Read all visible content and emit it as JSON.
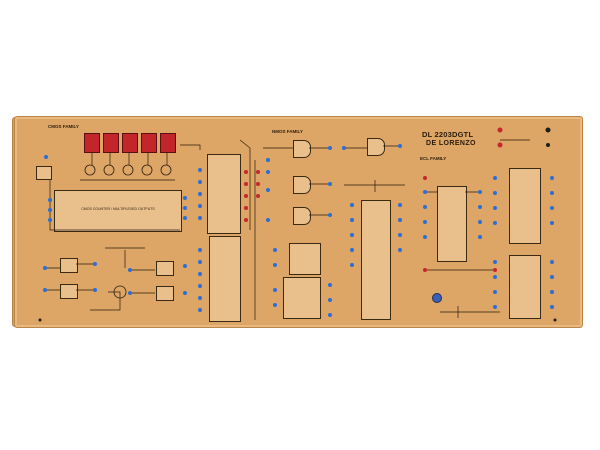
{
  "panel": {
    "color": "#dda566",
    "sections": {
      "cmos_family": "CMOS FAMILY",
      "nmos_family": "NMOS FAMILY",
      "ecl_family": "ECL FAMILY"
    },
    "brand": {
      "model": "DL 2203DGTL",
      "maker": "DE LORENZO"
    },
    "counter_ic_label": "CMOS COUNTER / MULTIPLEXED OUTPUTS",
    "jack_colors": {
      "red": "#c8262d",
      "blue": "#2a6fd6",
      "black": "#1d1d1d"
    },
    "seven_segment_count": 5,
    "icons": [
      "seven-segment-display-icon",
      "transistor-icon",
      "gate-icon",
      "ic-chip-icon",
      "potentiometer-icon",
      "power-led-icon"
    ]
  }
}
